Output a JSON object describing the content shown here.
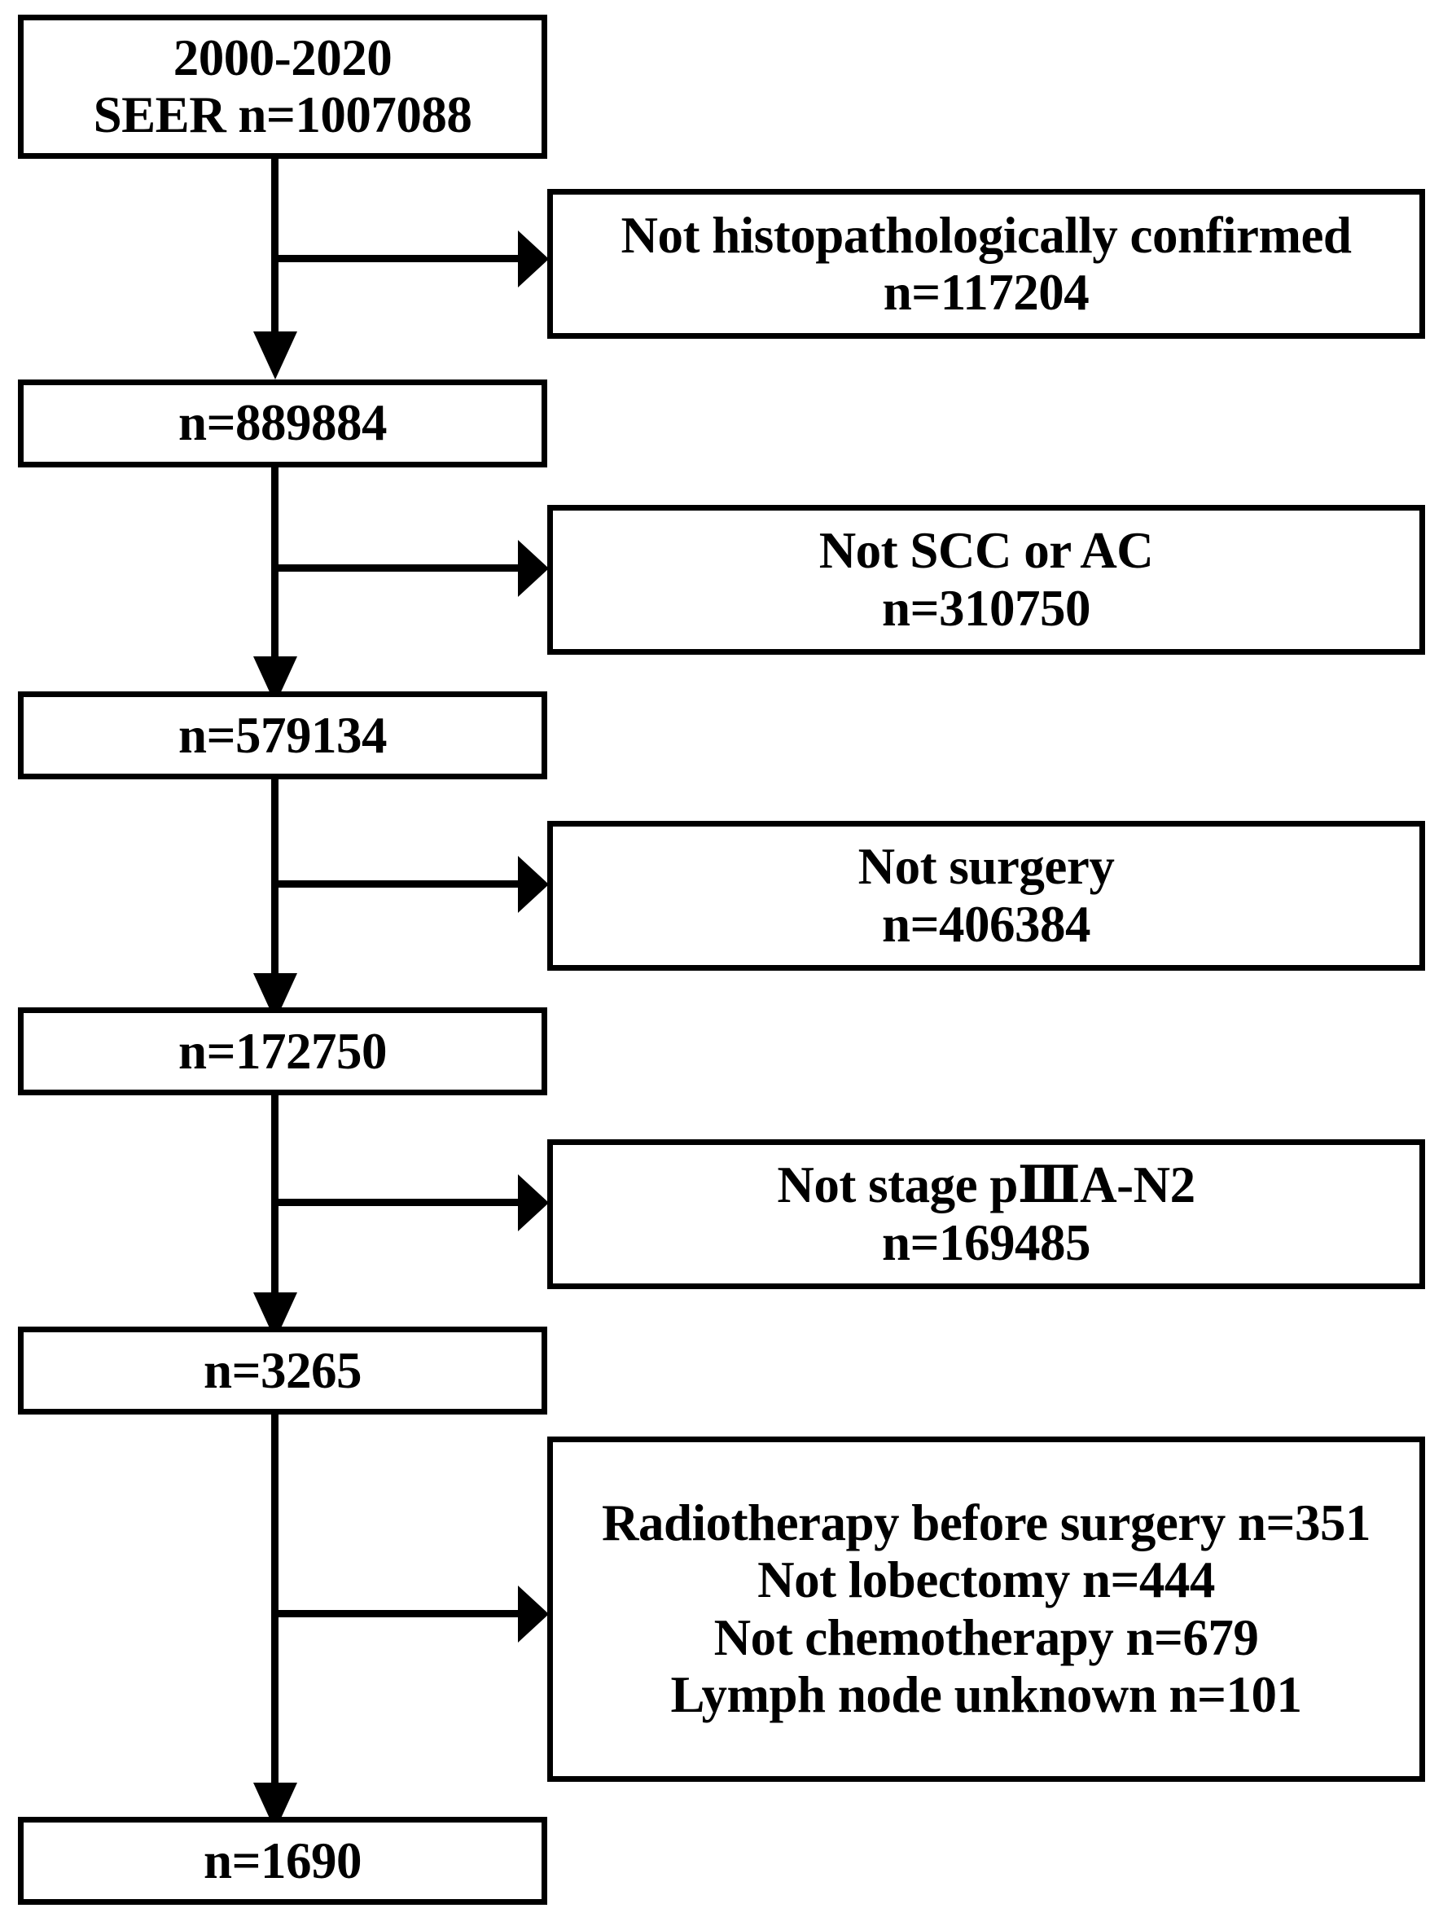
{
  "figure": {
    "type": "flowchart",
    "subject": "SEER cohort selection (PRISMA-style patient flow diagram)",
    "orientation": "top-to-bottom with right-side exclusion branches"
  },
  "nodes": {
    "source": {
      "id": "source-cohort",
      "lines": [
        "2000-2020",
        "SEER n=1007088"
      ],
      "n": 1007088
    },
    "step1": {
      "id": "cohort-after-histology",
      "lines": [
        "n=889884"
      ],
      "n": 889884
    },
    "step2": {
      "id": "cohort-after-histotype",
      "lines": [
        "n=579134"
      ],
      "n": 579134
    },
    "step3": {
      "id": "cohort-after-surgery",
      "lines": [
        "n=172750"
      ],
      "n": 172750
    },
    "step4": {
      "id": "cohort-after-stage",
      "lines": [
        "n=3265"
      ],
      "n": 3265
    },
    "final": {
      "id": "final-cohort",
      "lines": [
        "n=1690"
      ],
      "n": 1690
    }
  },
  "exclusions": {
    "excl1": {
      "id": "exclusion-not-histopathologically-confirmed",
      "lines": [
        "Not histopathologically confirmed",
        "n=117204"
      ],
      "n": 117204
    },
    "excl2": {
      "id": "exclusion-not-scc-or-ac",
      "lines": [
        "Not SCC or AC",
        "n=310750"
      ],
      "n": 310750
    },
    "excl3": {
      "id": "exclusion-not-surgery",
      "lines": [
        "Not surgery",
        "n=406384"
      ],
      "n": 406384
    },
    "excl4": {
      "id": "exclusion-not-stage-piiia-n2",
      "lines": [
        "Not stage pⅢA-N2",
        "n=169485"
      ],
      "n": 169485
    },
    "excl5": {
      "id": "exclusion-treatment-criteria",
      "lines": [
        "Radiotherapy before surgery n=351",
        "Not lobectomy n=444",
        "Not chemotherapy n=679",
        "Lymph node unknown n=101"
      ],
      "items": [
        {
          "label": "Radiotherapy before surgery",
          "n": 351
        },
        {
          "label": "Not lobectomy",
          "n": 444
        },
        {
          "label": "Not chemotherapy",
          "n": 679
        },
        {
          "label": "Lymph node unknown",
          "n": 101
        }
      ]
    }
  },
  "colors": {
    "stroke": "#000000",
    "fill": "#ffffff",
    "text": "#000000"
  }
}
